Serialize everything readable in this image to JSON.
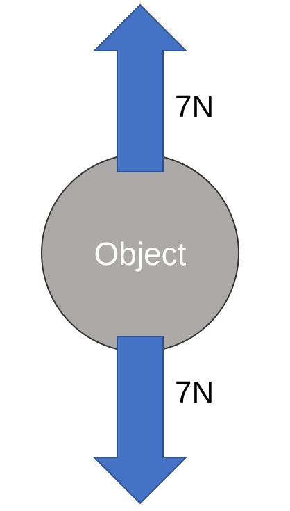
{
  "object": {
    "label": "Object",
    "fill_color": "#ADA9A9",
    "text_color": "#FFFFFF"
  },
  "forces": {
    "up": {
      "label": "7N",
      "direction": "up"
    },
    "down": {
      "label": "7N",
      "direction": "down"
    }
  },
  "arrow_color": "#4472C4",
  "arrow_border_color": "#2F528F"
}
